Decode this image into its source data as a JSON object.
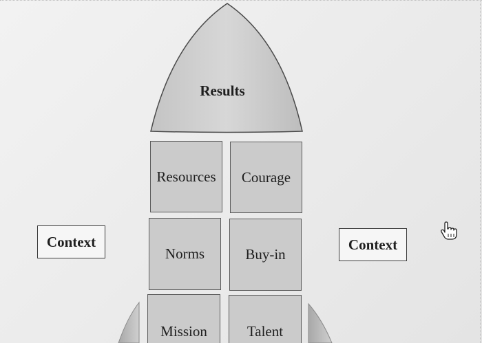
{
  "diagram": {
    "nose": {
      "label": "Results"
    },
    "body_cells": [
      {
        "label": "Resources"
      },
      {
        "label": "Courage"
      },
      {
        "label": "Norms"
      },
      {
        "label": "Buy-in"
      },
      {
        "label": "Mission"
      },
      {
        "label": "Talent"
      }
    ],
    "context_left": "Context",
    "context_right": "Context"
  },
  "icons": {
    "cursor": "hand-pointer-icon"
  }
}
